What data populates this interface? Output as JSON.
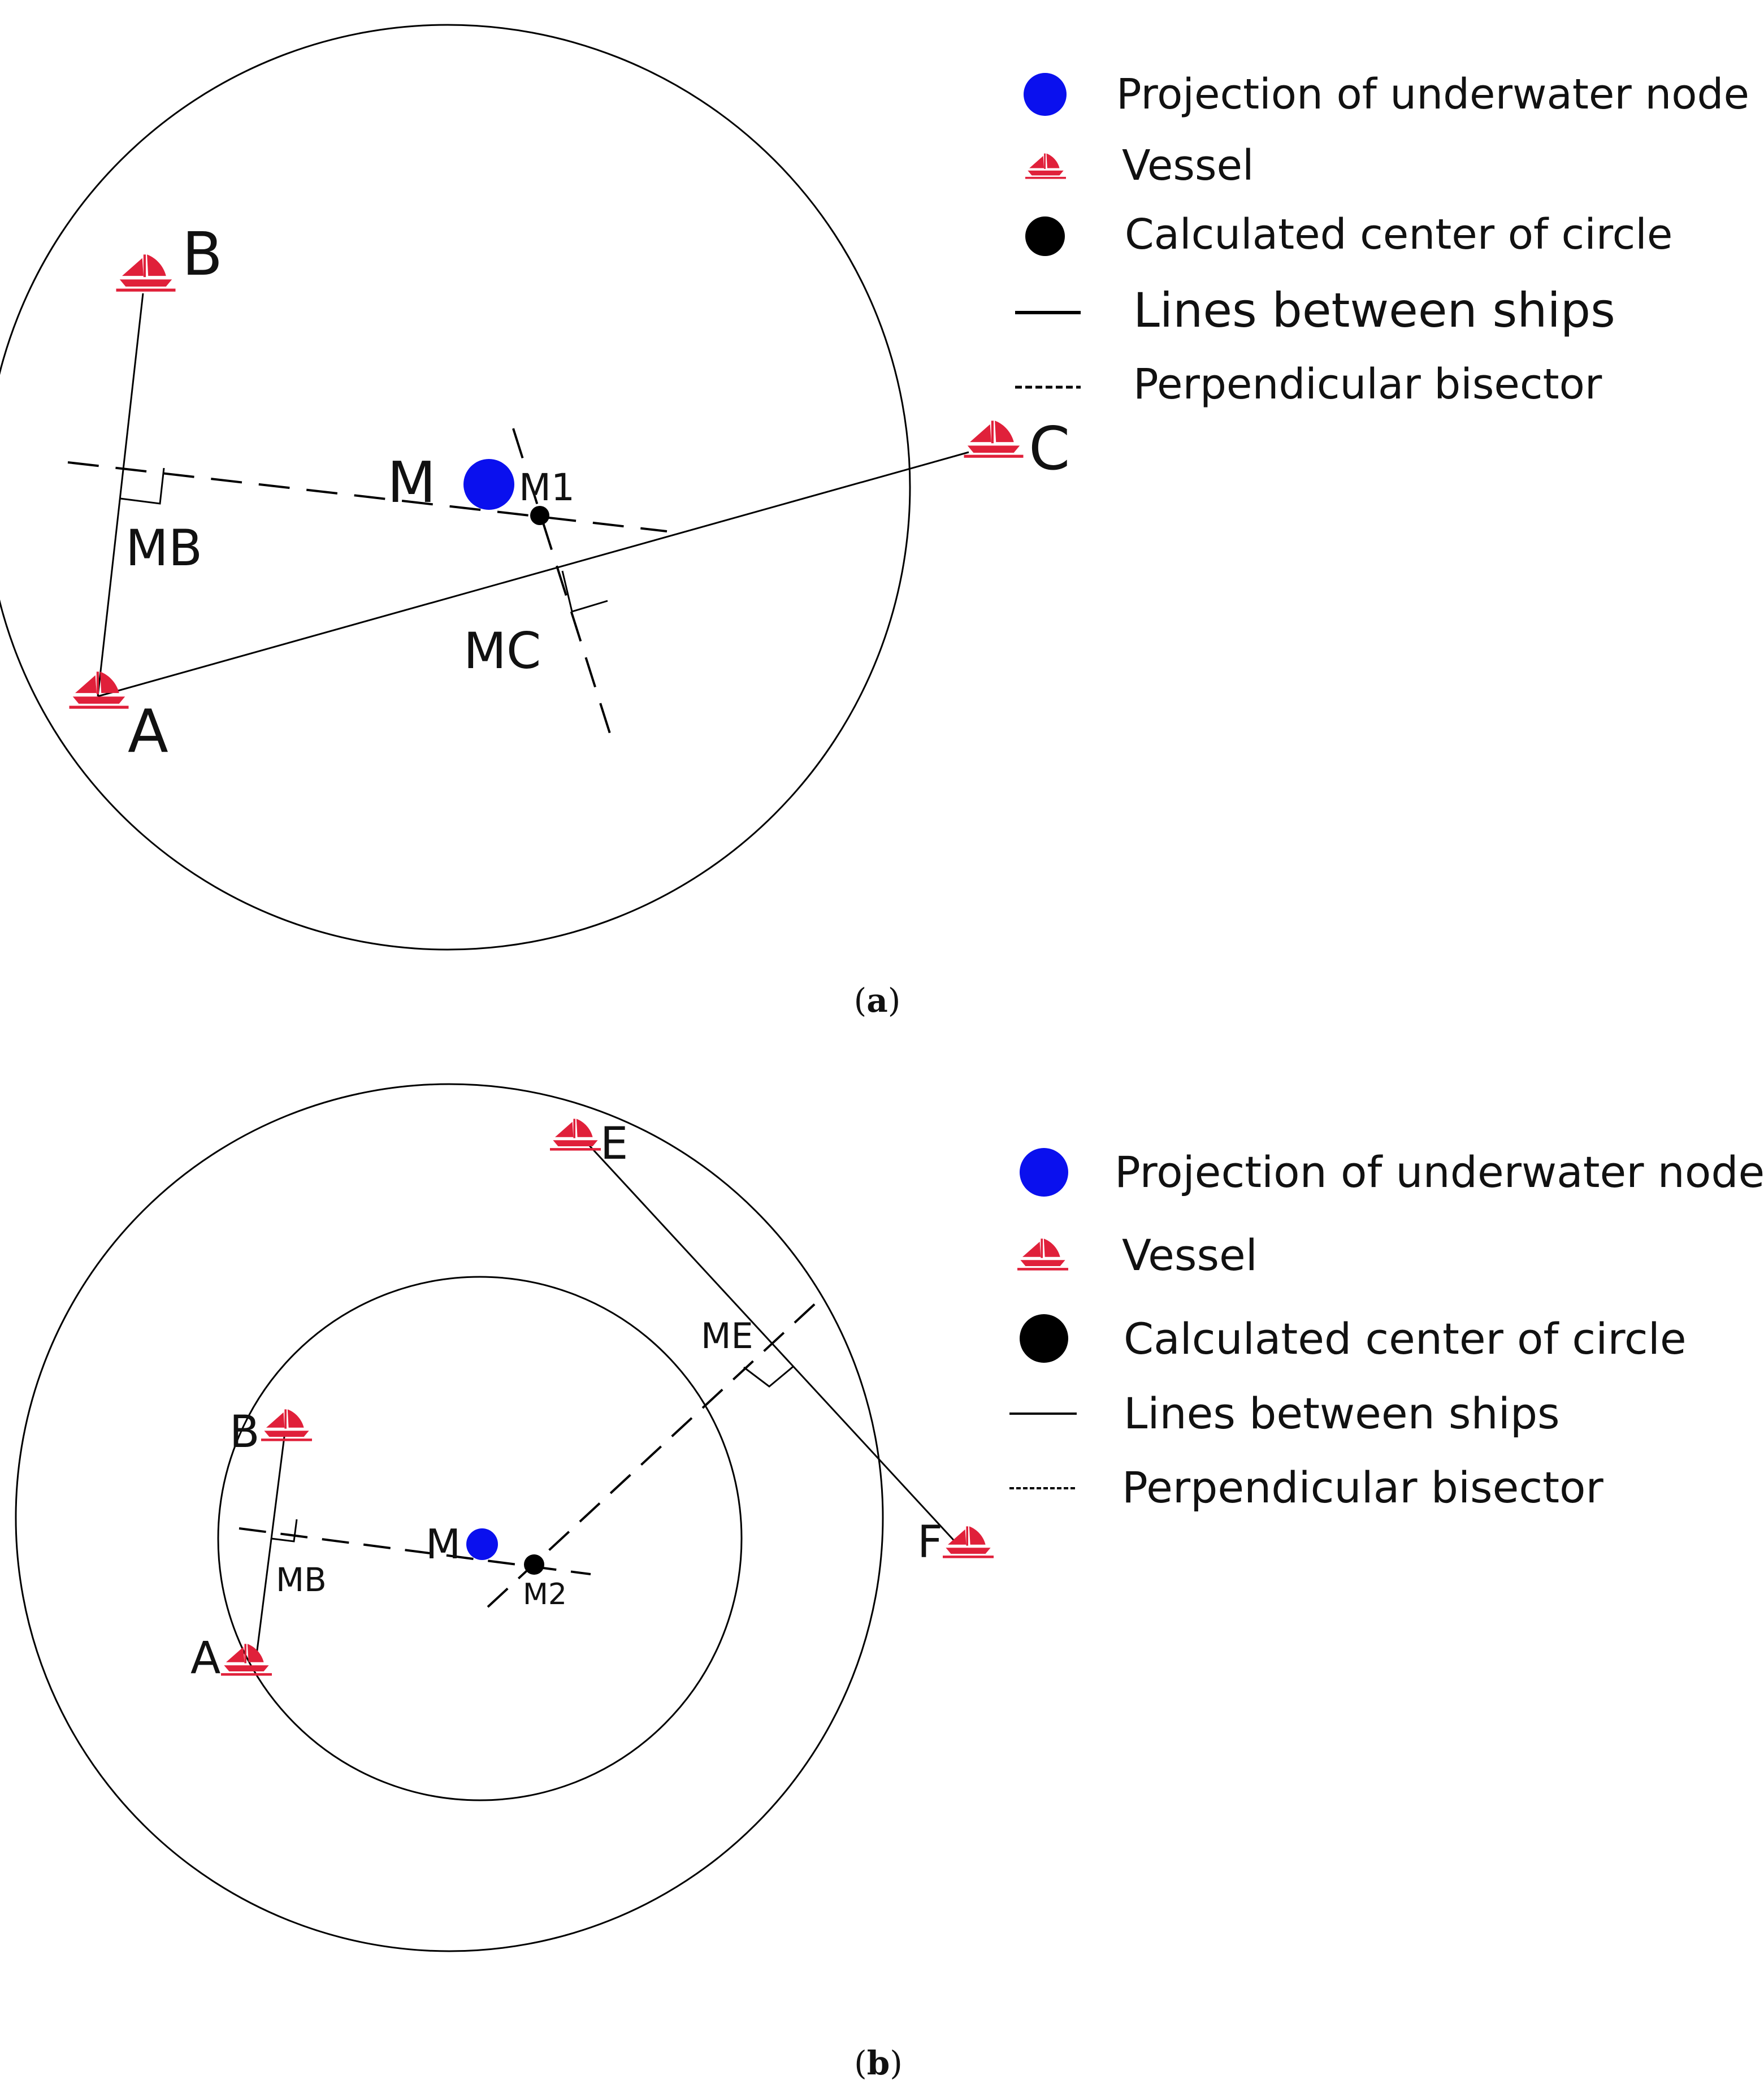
{
  "colors": {
    "node": "#0a10ee",
    "vessel": "#e0203a",
    "center": "#000000",
    "line": "#000000"
  },
  "icons": {
    "vessel": "sailboat-icon",
    "node": "blue-dot-icon",
    "center": "black-dot-icon"
  },
  "panel_a": {
    "caption_open": "(",
    "caption_letter": "a",
    "caption_close": ")",
    "labels": {
      "A": "A",
      "B": "B",
      "C": "C",
      "M": "M",
      "M1": "M1",
      "MB": "MB",
      "MC": "MC"
    },
    "legend": [
      "Projection of underwater node",
      "Vessel",
      "Calculated center of circle",
      "Lines between ships",
      "Perpendicular bisector"
    ]
  },
  "panel_b": {
    "caption_open": "(",
    "caption_letter": "b",
    "caption_close": ")",
    "labels": {
      "A": "A",
      "B": "B",
      "E": "E",
      "F": "F",
      "M": "M",
      "M2": "M2",
      "MB": "MB",
      "ME": "ME"
    },
    "legend": [
      "Projection of underwater node",
      "Vessel",
      "Calculated center of circle",
      "Lines between ships",
      "Perpendicular bisector"
    ]
  }
}
